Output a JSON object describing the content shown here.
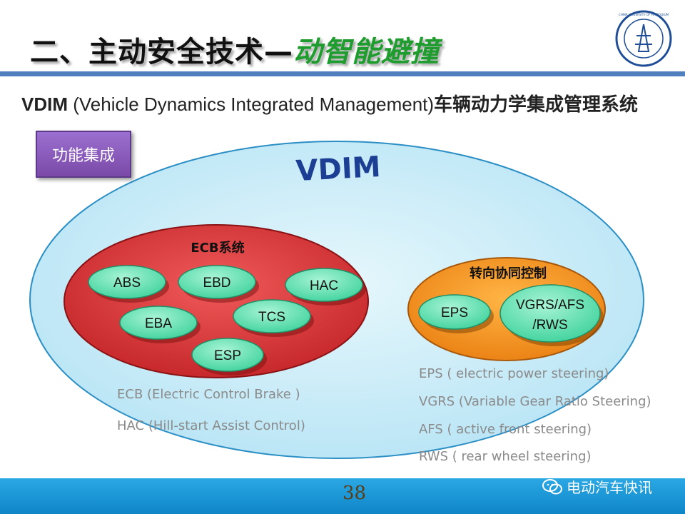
{
  "header": {
    "title_main": "二、主动安全技术—",
    "title_accent": "动智能避撞",
    "logo_text": "CHINA UNIVERSITY OF PETROLEUM"
  },
  "subtitle": {
    "abbr": "VDIM",
    "expansion": " (Vehicle Dynamics Integrated Management)",
    "cn": "车辆动力学集成管理系统"
  },
  "badge_label": "功能集成",
  "diagram": {
    "outer_label": "VDIM",
    "ecb": {
      "label": "ECB系统",
      "items": [
        "ABS",
        "EBD",
        "HAC",
        "EBA",
        "TCS",
        "ESP"
      ]
    },
    "steer": {
      "label": "转向协同控制",
      "items": [
        "EPS",
        "VGRS/AFS",
        "/RWS"
      ]
    },
    "notes_left": [
      "ECB (Electric Control Brake )",
      "HAC (Hill-start Assist Control)"
    ],
    "notes_right": [
      "EPS ( electric power steering)",
      "VGRS (Variable Gear Ratio Steering)",
      "AFS ( active front steering)",
      "RWS ( rear wheel steering)"
    ]
  },
  "footer": {
    "page_number": "38",
    "watermark": "电动汽车快讯"
  },
  "colors": {
    "header_rule": "#4f7fbd",
    "outer_fill": "#c9ecf8",
    "ecb_fill": "#d63a3c",
    "steer_fill": "#f39a2a",
    "pill_fill": "#6ee3b6",
    "footer": "#1a9bd8",
    "accent_green": "#1e9d2e"
  }
}
